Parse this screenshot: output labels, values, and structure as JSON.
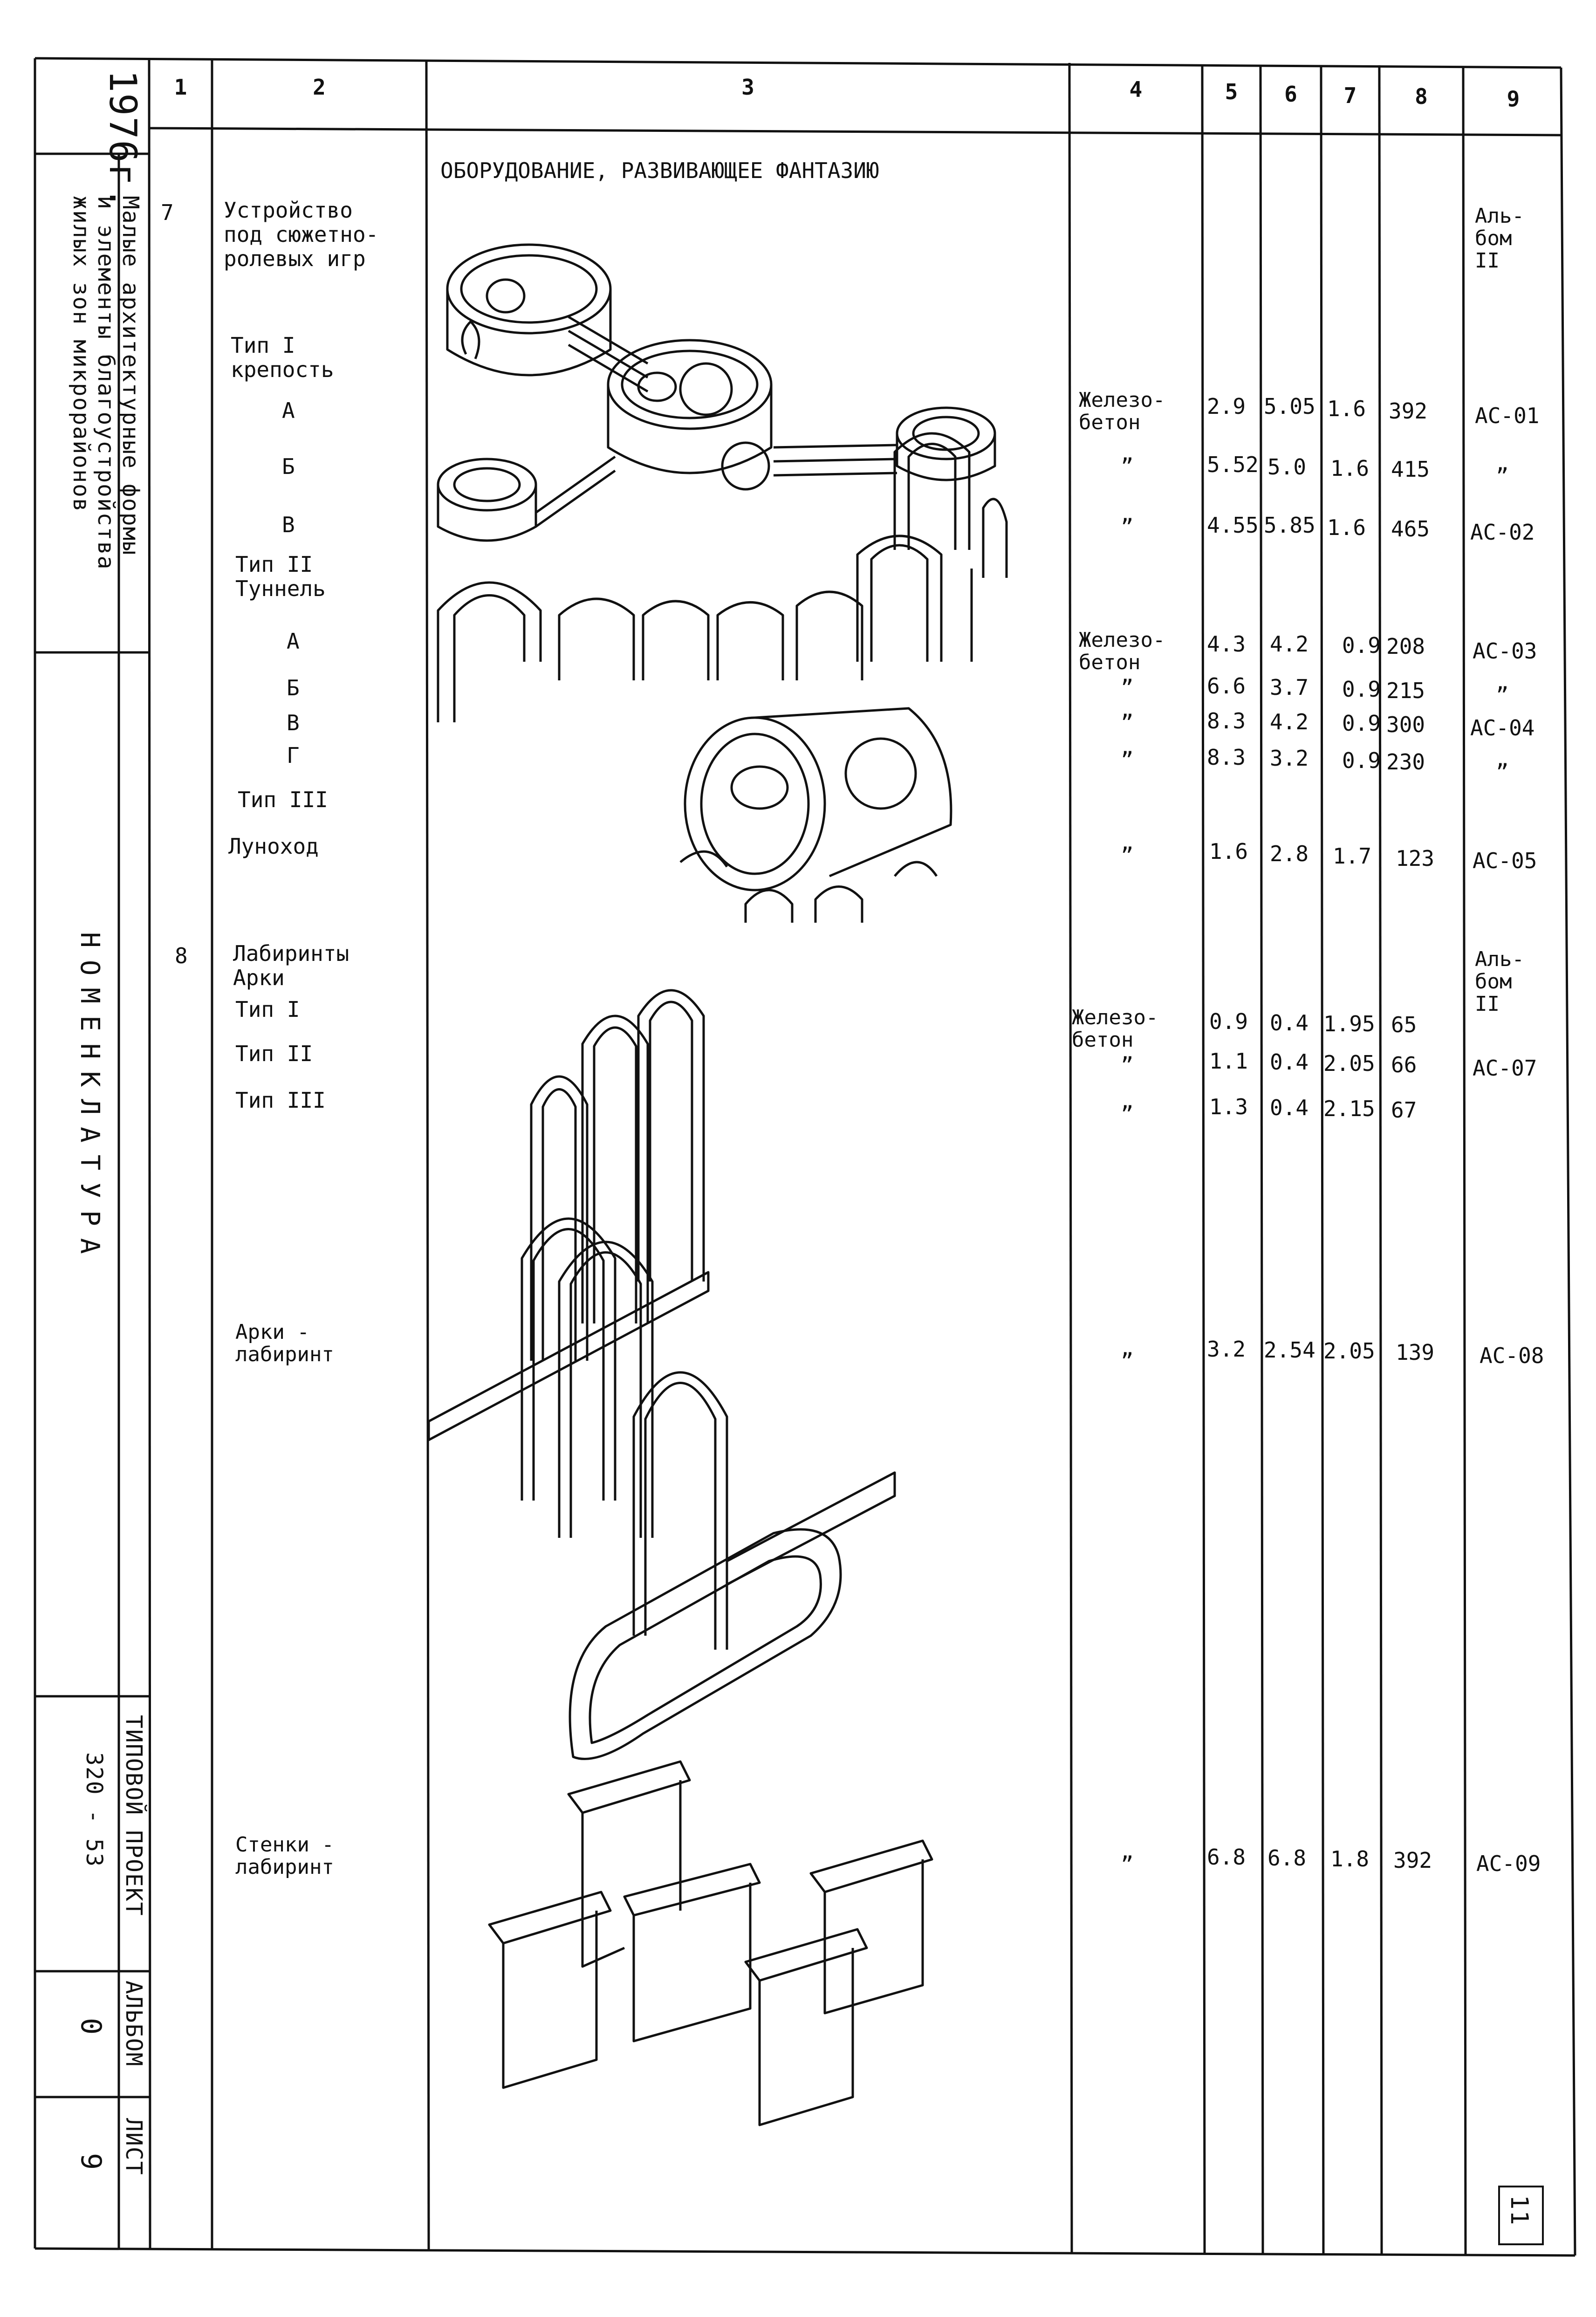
{
  "headers": [
    "1",
    "2",
    "3",
    "4",
    "5",
    "6",
    "7",
    "8",
    "9"
  ],
  "sidebar": {
    "year": "1976г.",
    "title_line1": "Малые архитектурные формы",
    "title_line2": "и элементы благоустройства",
    "title_line3": "жилых зон микрорайонов",
    "nomenclature": "НОМЕНКЛАТУРА",
    "project_label": "ТИПОВОЙ ПРОЕКТ",
    "project_number": "320 - 53",
    "album_label": "АЛЬБОМ",
    "album_number": "0",
    "sheet_label": "ЛИСТ",
    "sheet_number": "9"
  },
  "section_title": "ОБОРУДОВАНИЕ, РАЗВИВАЮЩЕЕ ФАНТАЗИЮ",
  "rows": {
    "item7_num": "7",
    "item7_name": "Устройство\nпод сюжетно-\nролевых игр",
    "item7_album": "Аль-\nбом\nII",
    "type1": "Тип I\nкрепость",
    "a1": {
      "label": "А",
      "material": "Железо-\nбетон",
      "c5": "2.9",
      "c6": "5.05",
      "c7": "1.6",
      "c8": "392",
      "c9": "АС-01"
    },
    "b1": {
      "label": "Б",
      "material": "”",
      "c5": "5.52",
      "c6": "5.0",
      "c7": "1.6",
      "c8": "415",
      "c9": "”"
    },
    "v1": {
      "label": "В",
      "material": "”",
      "c5": "4.55",
      "c6": "5.85",
      "c7": "1.6",
      "c8": "465",
      "c9": "АС-02"
    },
    "type2": "Тип II\nТуннель",
    "a2": {
      "label": "А",
      "material": "Железо-\nбетон",
      "c5": "4.3",
      "c6": "4.2",
      "c7": "0.9",
      "c8": "208",
      "c9": "АС-03"
    },
    "b2": {
      "label": "Б",
      "material": "”",
      "c5": "6.6",
      "c6": "3.7",
      "c7": "0.9",
      "c8": "215",
      "c9": "”"
    },
    "v2": {
      "label": "В",
      "material": "”",
      "c5": "8.3",
      "c6": "4.2",
      "c7": "0.9",
      "c8": "300",
      "c9": "АС-04"
    },
    "g2": {
      "label": "Г",
      "material": "”",
      "c5": "8.3",
      "c6": "3.2",
      "c7": "0.9",
      "c8": "230",
      "c9": "”"
    },
    "type3": "Тип III",
    "lunokhod": {
      "label": "Луноход",
      "material": "”",
      "c5": "1.6",
      "c6": "2.8",
      "c7": "1.7",
      "c8": "123",
      "c9": "АС-05"
    },
    "item8_num": "8",
    "item8_name": "Лабиринты\nАрки",
    "item8_album": "Аль-\nбом\nII",
    "t1": {
      "label": "Тип I",
      "material": "Железо-\nбетон",
      "c5": "0.9",
      "c6": "0.4",
      "c7": "1.95",
      "c8": "65",
      "c9": ""
    },
    "t2": {
      "label": "Тип II",
      "material": "”",
      "c5": "1.1",
      "c6": "0.4",
      "c7": "2.05",
      "c8": "66",
      "c9": "АС-07"
    },
    "t3": {
      "label": "Тип III",
      "material": "”",
      "c5": "1.3",
      "c6": "0.4",
      "c7": "2.15",
      "c8": "67",
      "c9": ""
    },
    "arki": {
      "label": "Арки -\nлабиринт",
      "material": "”",
      "c5": "3.2",
      "c6": "2.54",
      "c7": "2.05",
      "c8": "139",
      "c9": "АС-08"
    },
    "stenki": {
      "label": "Стенки -\nлабиринт",
      "material": "”",
      "c5": "6.8",
      "c6": "6.8",
      "c7": "1.8",
      "c8": "392",
      "c9": "АС-09"
    }
  },
  "page_number": "11"
}
